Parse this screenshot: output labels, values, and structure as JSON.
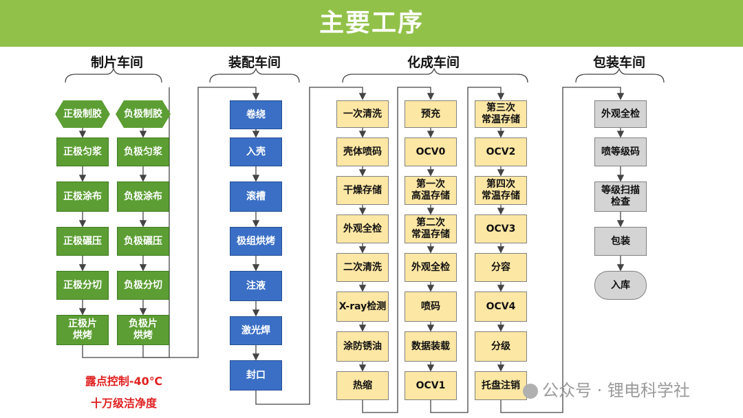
{
  "banner": {
    "title": "主要工序"
  },
  "workshops": {
    "zhipian": "制片车间",
    "zhuangpei": "装配车间",
    "huacheng": "化成车间",
    "baozhuang": "包装车间"
  },
  "positive": [
    "正极制胶",
    "正极匀浆",
    "正极涂布",
    "正极碾压",
    "正极分切",
    "正极片\n烘烤"
  ],
  "negative": [
    "负极制胶",
    "负极匀浆",
    "负极涂布",
    "负极碾压",
    "负极分切",
    "负极片\n烘烤"
  ],
  "assembly": [
    "卷绕",
    "入壳",
    "滚槽",
    "极组烘烤",
    "注液",
    "激光焊",
    "封口"
  ],
  "formation_col1": [
    "一次清洗",
    "壳体喷码",
    "干燥存储",
    "外观全检",
    "二次清洗",
    "X-ray检测",
    "涂防锈油",
    "热缩"
  ],
  "formation_col2": [
    "预充",
    "OCV0",
    "第一次\n高温存储",
    "第二次\n常温存储",
    "外观全检",
    "喷码",
    "数据装载",
    "OCV1"
  ],
  "formation_col3": [
    "第三次\n常温存储",
    "OCV2",
    "第四次\n常温存储",
    "OCV3",
    "分容",
    "OCV4",
    "分级",
    "托盘注销"
  ],
  "packaging": [
    "外观全检",
    "喷等级码",
    "等级扫描\n检查",
    "包装",
    "入库"
  ],
  "notes": {
    "dew_point": "露点控制-40℃",
    "cleanliness": "十万级洁净度"
  },
  "watermark": "公众号 · 锂电科学社",
  "colors": {
    "banner": "#92c14a",
    "green_box": "#5c9e33",
    "blue_box": "#3a6fc5",
    "yellow_box": "#fde7a4",
    "gray_box": "#d4d4d4",
    "note_red": "#e02020"
  }
}
